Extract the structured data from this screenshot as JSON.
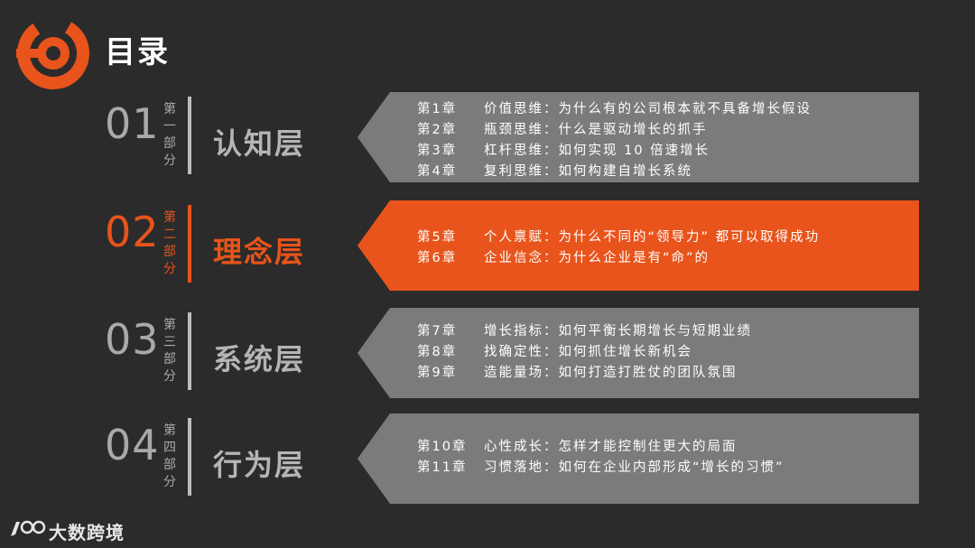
{
  "title": "目录",
  "colors": {
    "accent": "#e8541b",
    "panel": "#7b7b7b",
    "background": "#2b2b2b"
  },
  "sections": [
    {
      "number": "01",
      "part": [
        "第",
        "一",
        "部",
        "分"
      ],
      "layer": "认知层",
      "active": false,
      "chapters": [
        {
          "no": "第1章",
          "text": "价值思维：为什么有的公司根本就不具备增长假设"
        },
        {
          "no": "第2章",
          "text": "瓶颈思维：什么是驱动增长的抓手"
        },
        {
          "no": "第3章",
          "text": "杠杆思维：如何实现 10 倍速增长"
        },
        {
          "no": "第4章",
          "text": "复利思维：如何构建自增长系统"
        }
      ]
    },
    {
      "number": "02",
      "part": [
        "第",
        "二",
        "部",
        "分"
      ],
      "layer": "理念层",
      "active": true,
      "chapters": [
        {
          "no": "第5章",
          "text": "个人禀赋：为什么不同的“领导力” 都可以取得成功"
        },
        {
          "no": "第6章",
          "text": "企业信念：为什么企业是有“命”的"
        }
      ]
    },
    {
      "number": "03",
      "part": [
        "第",
        "三",
        "部",
        "分"
      ],
      "layer": "系统层",
      "active": false,
      "chapters": [
        {
          "no": "第7章",
          "text": "增长指标：如何平衡长期增长与短期业绩"
        },
        {
          "no": "第8章",
          "text": "找确定性：如何抓住增长新机会"
        },
        {
          "no": "第9章",
          "text": "造能量场：如何打造打胜仗的团队氛围"
        }
      ]
    },
    {
      "number": "04",
      "part": [
        "第",
        "四",
        "部",
        "分"
      ],
      "layer": "行为层",
      "active": false,
      "chapters": [
        {
          "no": "第10章",
          "text": "心性成长：怎样才能控制住更大的局面"
        },
        {
          "no": "第11章",
          "text": "习惯落地：如何在企业内部形成“增长的习惯”"
        }
      ]
    }
  ],
  "footer": {
    "brand": "大数跨境",
    "logo_text": "100"
  }
}
